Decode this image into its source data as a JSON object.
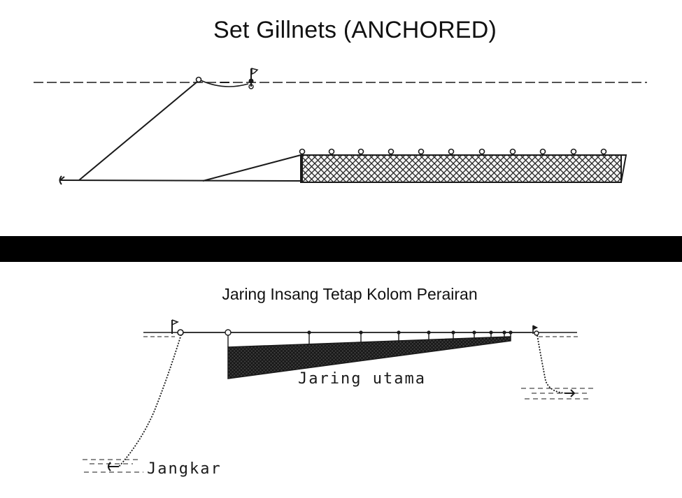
{
  "top_diagram": {
    "title": "Set Gillnets (ANCHORED)"
  },
  "bottom_diagram": {
    "title": "Jaring Insang Tetap Kolom Perairan",
    "labels": {
      "main_net": "Jaring utama",
      "anchor": "Jangkar"
    }
  },
  "colors": {
    "background": "#ffffff",
    "ink": "#1a1a1a",
    "divider": "#000000"
  },
  "icons": [
    "flag-icon",
    "anchor-icon",
    "float-icon",
    "net-mesh"
  ]
}
